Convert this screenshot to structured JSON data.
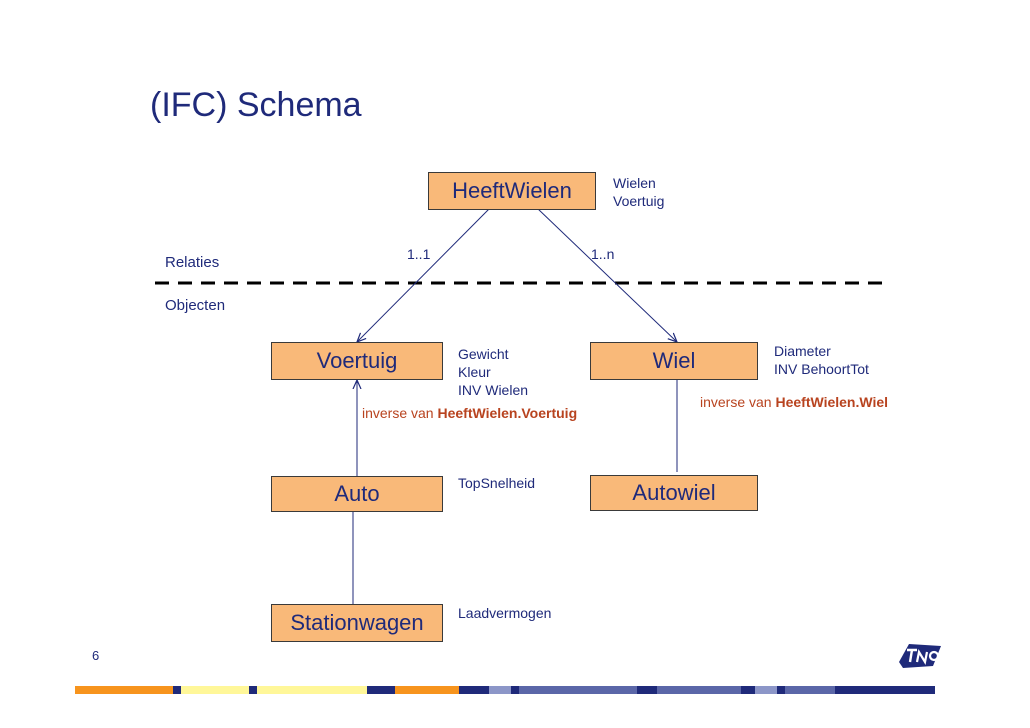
{
  "title": "(IFC) Schema",
  "sections": {
    "relations": "Relaties",
    "objects": "Objecten"
  },
  "boxes": {
    "heeftwielen": "HeeftWielen",
    "voertuig": "Voertuig",
    "wiel": "Wiel",
    "auto": "Auto",
    "autowiel": "Autowiel",
    "stationwagen": "Stationwagen"
  },
  "attributes": {
    "heeftwielen": [
      "Wielen",
      "Voertuig"
    ],
    "voertuig": [
      "Gewicht",
      "Kleur",
      "INV Wielen"
    ],
    "wiel": [
      "Diameter",
      "INV BehoortTot"
    ],
    "auto": [
      "TopSnelheid"
    ],
    "stationwagen": [
      "Laadvermogen"
    ]
  },
  "multiplicity": {
    "left": "1..1",
    "right": "1..n"
  },
  "inverse": {
    "voertuig": {
      "prefix": "inverse van ",
      "target": "HeeftWielen.Voertuig"
    },
    "wiel": {
      "prefix": "inverse van ",
      "target": "HeeftWielen.Wiel"
    }
  },
  "page_number": "6",
  "colors": {
    "box_fill": "#f9b979",
    "text": "#1f2a7a",
    "inverse": "#b8431f"
  }
}
